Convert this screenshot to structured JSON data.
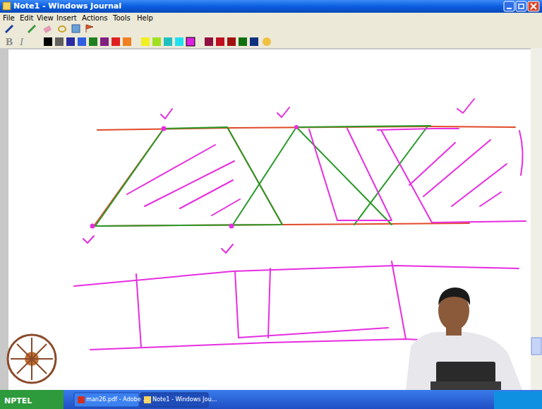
{
  "diagram": {
    "labels": [
      "Note1 - Windows Journal",
      "File",
      "Edit",
      "View",
      "Insert",
      "Actions",
      "Tools",
      "Help",
      "B",
      "I",
      "NPTEL",
      "man26.pdf - Adobe ...",
      "Note1 - Windows Jou..."
    ]
  }
}
